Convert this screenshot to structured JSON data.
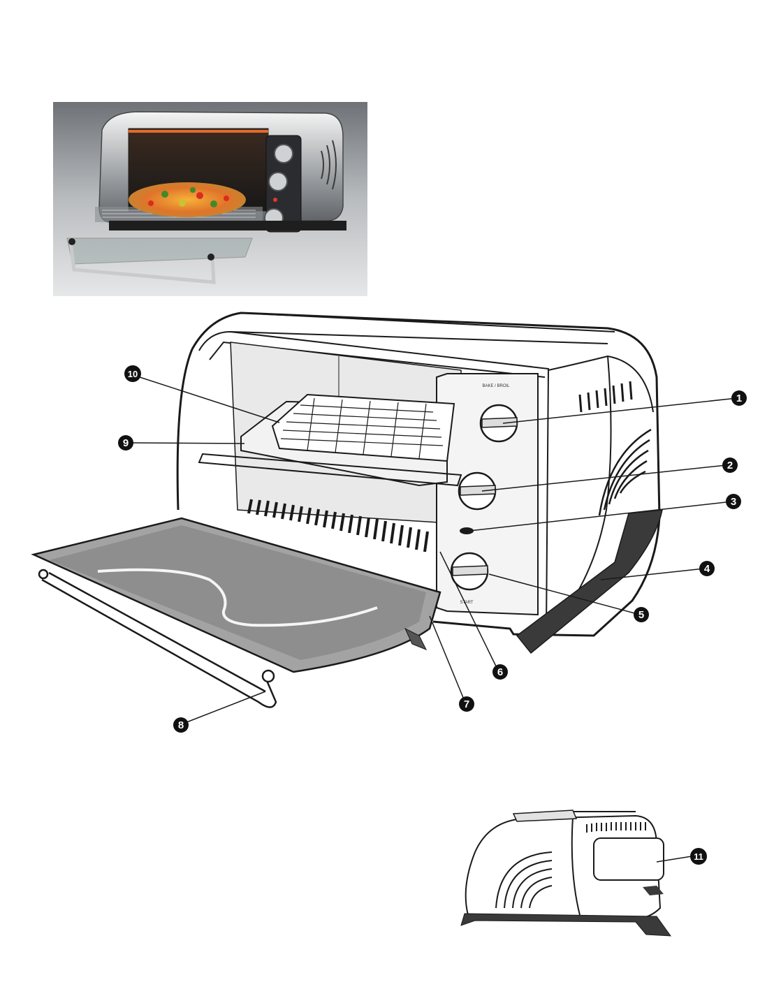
{
  "callouts": [
    {
      "id": "1",
      "label": "1"
    },
    {
      "id": "2",
      "label": "2"
    },
    {
      "id": "3",
      "label": "3"
    },
    {
      "id": "4",
      "label": "4"
    },
    {
      "id": "5",
      "label": "5"
    },
    {
      "id": "6",
      "label": "6"
    },
    {
      "id": "7",
      "label": "7"
    },
    {
      "id": "8",
      "label": "8"
    },
    {
      "id": "9",
      "label": "9"
    },
    {
      "id": "10",
      "label": "10"
    },
    {
      "id": "11",
      "label": "11"
    }
  ],
  "knob_labels": {
    "top": "BAKE / BROIL",
    "bottom": "START"
  },
  "colors": {
    "callout_fill": "#111111",
    "line": "#1a1a1a",
    "door_glass": "#9a9a9a",
    "base": "#3a3a3a"
  }
}
